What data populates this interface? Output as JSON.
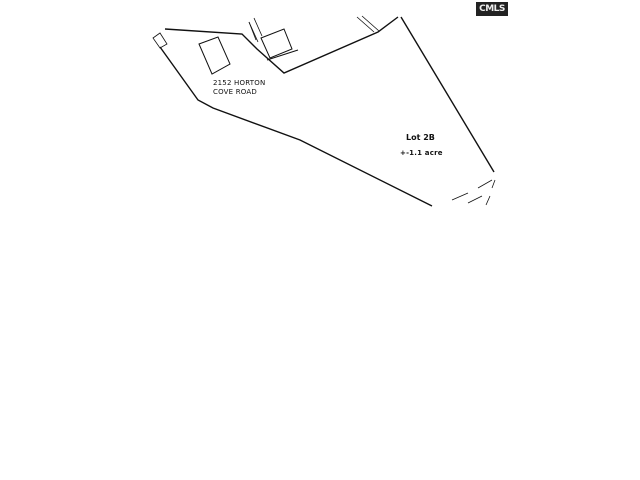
{
  "logo": {
    "text": "CMLS"
  },
  "address": {
    "line1": "2152 HORTON",
    "line2": "COVE ROAD"
  },
  "lot": {
    "name": "Lot 2B",
    "area": "+-1.1 acre"
  }
}
